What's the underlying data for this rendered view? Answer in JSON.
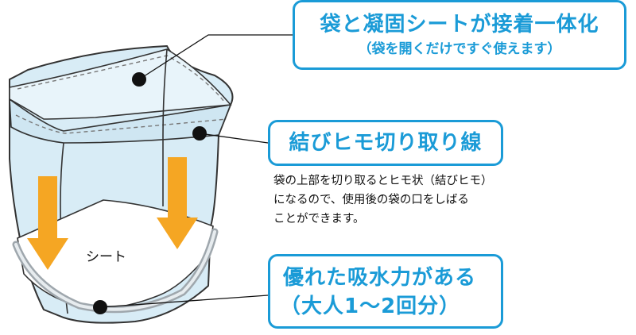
{
  "colors": {
    "accent": "#1a9bd7",
    "arrow": "#f5a623",
    "bag": "#d8ecf6",
    "text": "#111111"
  },
  "callouts": {
    "top": {
      "line1": "袋と凝固シートが接着一体化",
      "line2": "（袋を開くだけですぐ使えます）"
    },
    "middle": {
      "line1": "結びヒモ切り取り線"
    },
    "bottom": {
      "line1": "優れた吸水力がある",
      "line2": "（大人1～2回分）"
    }
  },
  "description": {
    "lines": [
      "袋の上部を切り取るとヒモ状（結びヒモ）",
      "になるので、使用後の袋の口をしばる",
      "ことができます。"
    ]
  },
  "labels": {
    "sheet": "シート"
  }
}
